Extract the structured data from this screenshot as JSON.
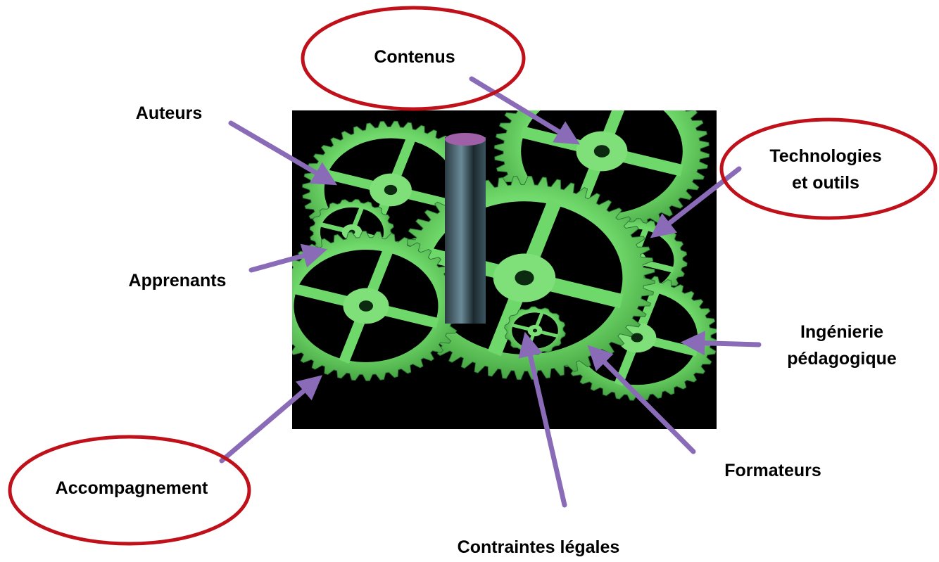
{
  "labels": {
    "contenus": "Contenus",
    "auteurs": "Auteurs",
    "technologies_line1": "Technologies",
    "technologies_line2": "et outils",
    "apprenants": "Apprenants",
    "ingenierie_line1": "Ingénierie",
    "ingenierie_line2": "pédagogique",
    "formateurs": "Formateurs",
    "accompagnement": "Accompagnement",
    "contraintes": "Contraintes légales"
  },
  "colors": {
    "arrow": "#8a6bb8",
    "ellipse_stroke": "#c0101a",
    "gear": "#7fe07a",
    "gear_dark": "#2f7a3a",
    "photo_bg": "#000000"
  },
  "icons": {
    "central_image": "gears-photo",
    "connector": "arrow-icon",
    "highlight": "ellipse-highlight"
  }
}
